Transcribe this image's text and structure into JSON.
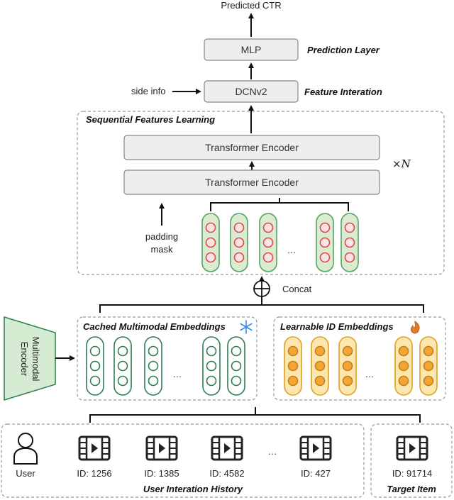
{
  "top": {
    "output_label": "Predicted CTR",
    "mlp_label": "MLP",
    "prediction_layer_label": "Prediction Layer",
    "dcn_label": "DCNv2",
    "feature_interaction_label": "Feature Interation",
    "side_info_label": "side info"
  },
  "sequential": {
    "title": "Sequential Features Learning",
    "encoder_top_label": "Transformer Encoder",
    "encoder_bottom_label": "Transformer Encoder",
    "repeat_label": "×N",
    "padding_mask_line1": "padding",
    "padding_mask_line2": "mask",
    "ellipsis": "…"
  },
  "concat_label": "Concat",
  "encoder": {
    "label_line1": "Multimodal",
    "label_line2": "Encoder"
  },
  "cached": {
    "title": "Cached Multimodal Embeddings",
    "icon": "snowflake-icon",
    "ellipsis": "…"
  },
  "learnable": {
    "title": "Learnable ID Embeddings",
    "icon": "fire-icon",
    "ellipsis": "…"
  },
  "history": {
    "user_label": "User",
    "items": [
      {
        "id": "ID: 1256"
      },
      {
        "id": "ID: 1385"
      },
      {
        "id": "ID: 4582"
      },
      {
        "id": "ID: 427"
      }
    ],
    "ellipsis": "…",
    "title": "User Interation History"
  },
  "target": {
    "id": "ID: 91714",
    "title": "Target Item"
  },
  "colors": {
    "green_fill": "#d9ecd0",
    "green_stroke": "#2e7d4f",
    "orange_fill": "#fbe6b0",
    "orange_stroke": "#e0a020",
    "red_stroke": "#d94a4a",
    "box_fill": "#eeeeee",
    "encoder_fill": "#d6ecd2",
    "dashed": "#999999"
  }
}
